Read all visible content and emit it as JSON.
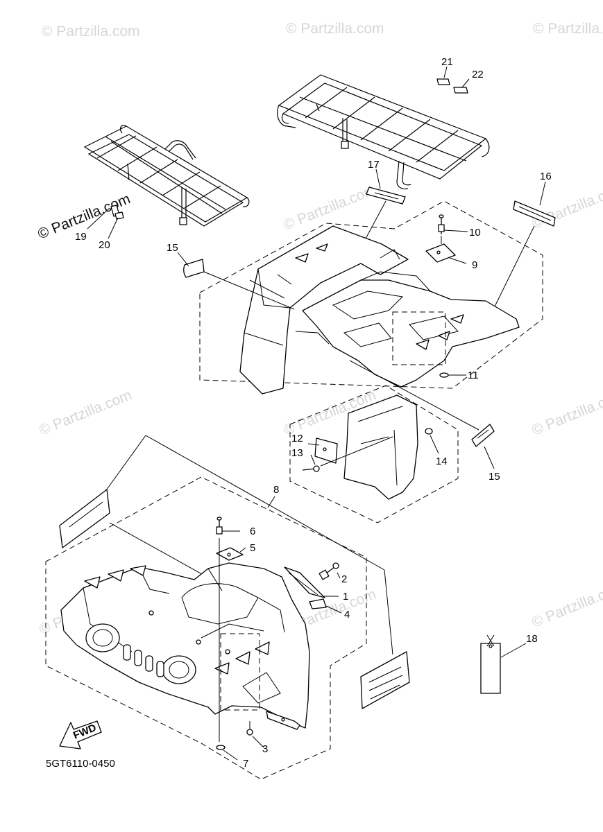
{
  "diagram_code": "5GT6110-0450",
  "fwd_label": "FWD",
  "logo_text": "© Partzilla.com",
  "watermark_text": "© Partzilla.com",
  "part_numbers": [
    "1",
    "2",
    "3",
    "4",
    "5",
    "6",
    "7",
    "8",
    "9",
    "10",
    "11",
    "12",
    "13",
    "14",
    "15",
    "15",
    "16",
    "17",
    "18",
    "19",
    "20",
    "21",
    "22"
  ],
  "colors": {
    "line": "#000000",
    "watermark": "#d6d6d6",
    "background": "#ffffff"
  }
}
